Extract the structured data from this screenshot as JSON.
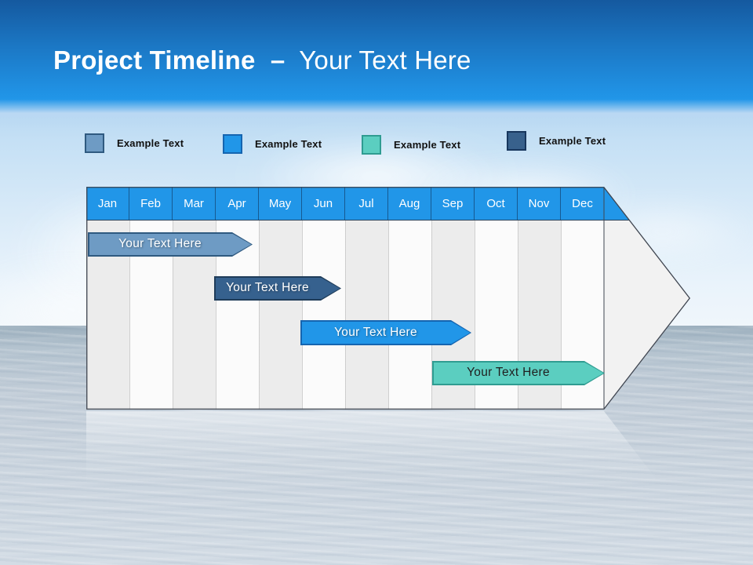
{
  "slide": {
    "title": {
      "primary": "Project Timeline",
      "separator": "–",
      "secondary": "Your Text Here"
    },
    "legend": {
      "items": [
        {
          "label": "Example Text",
          "color": "#6e9bc4",
          "border_color": "#2f5a80"
        },
        {
          "label": "Example Text",
          "color": "#2196e8",
          "border_color": "#1565b0"
        },
        {
          "label": "Example Text",
          "color": "#5bcec0",
          "border_color": "#2f9c91"
        },
        {
          "label": "Example Text",
          "color": "#38618c",
          "border_color": "#17365d"
        }
      ]
    },
    "timeline": {
      "months": [
        "Jan",
        "Feb",
        "Mar",
        "Apr",
        "May",
        "Jun",
        "Jul",
        "Aug",
        "Sep",
        "Oct",
        "Nov",
        "Dec"
      ],
      "header_color": "#2196e8",
      "bars": [
        {
          "label": "Your Text Here",
          "start_month": "Jan",
          "end_month": "Apr",
          "fill_color": "#6e9bc4",
          "border_color": "#2f5a80",
          "text_color": "#ffffff"
        },
        {
          "label": "Your Text Here",
          "start_month": "Apr",
          "end_month": "Jun",
          "fill_color": "#36618e",
          "border_color": "#1f3c59",
          "text_color": "#ffffff"
        },
        {
          "label": "Your Text Here",
          "start_month": "Jun",
          "end_month": "Sep",
          "fill_color": "#2196e8",
          "border_color": "#1565b0",
          "text_color": "#ffffff"
        },
        {
          "label": "Your Text Here",
          "start_month": "Sep",
          "end_month": "Dec",
          "fill_color": "#5bcec0",
          "border_color": "#2f9c91",
          "text_color": "#1f1f1f"
        }
      ]
    }
  }
}
